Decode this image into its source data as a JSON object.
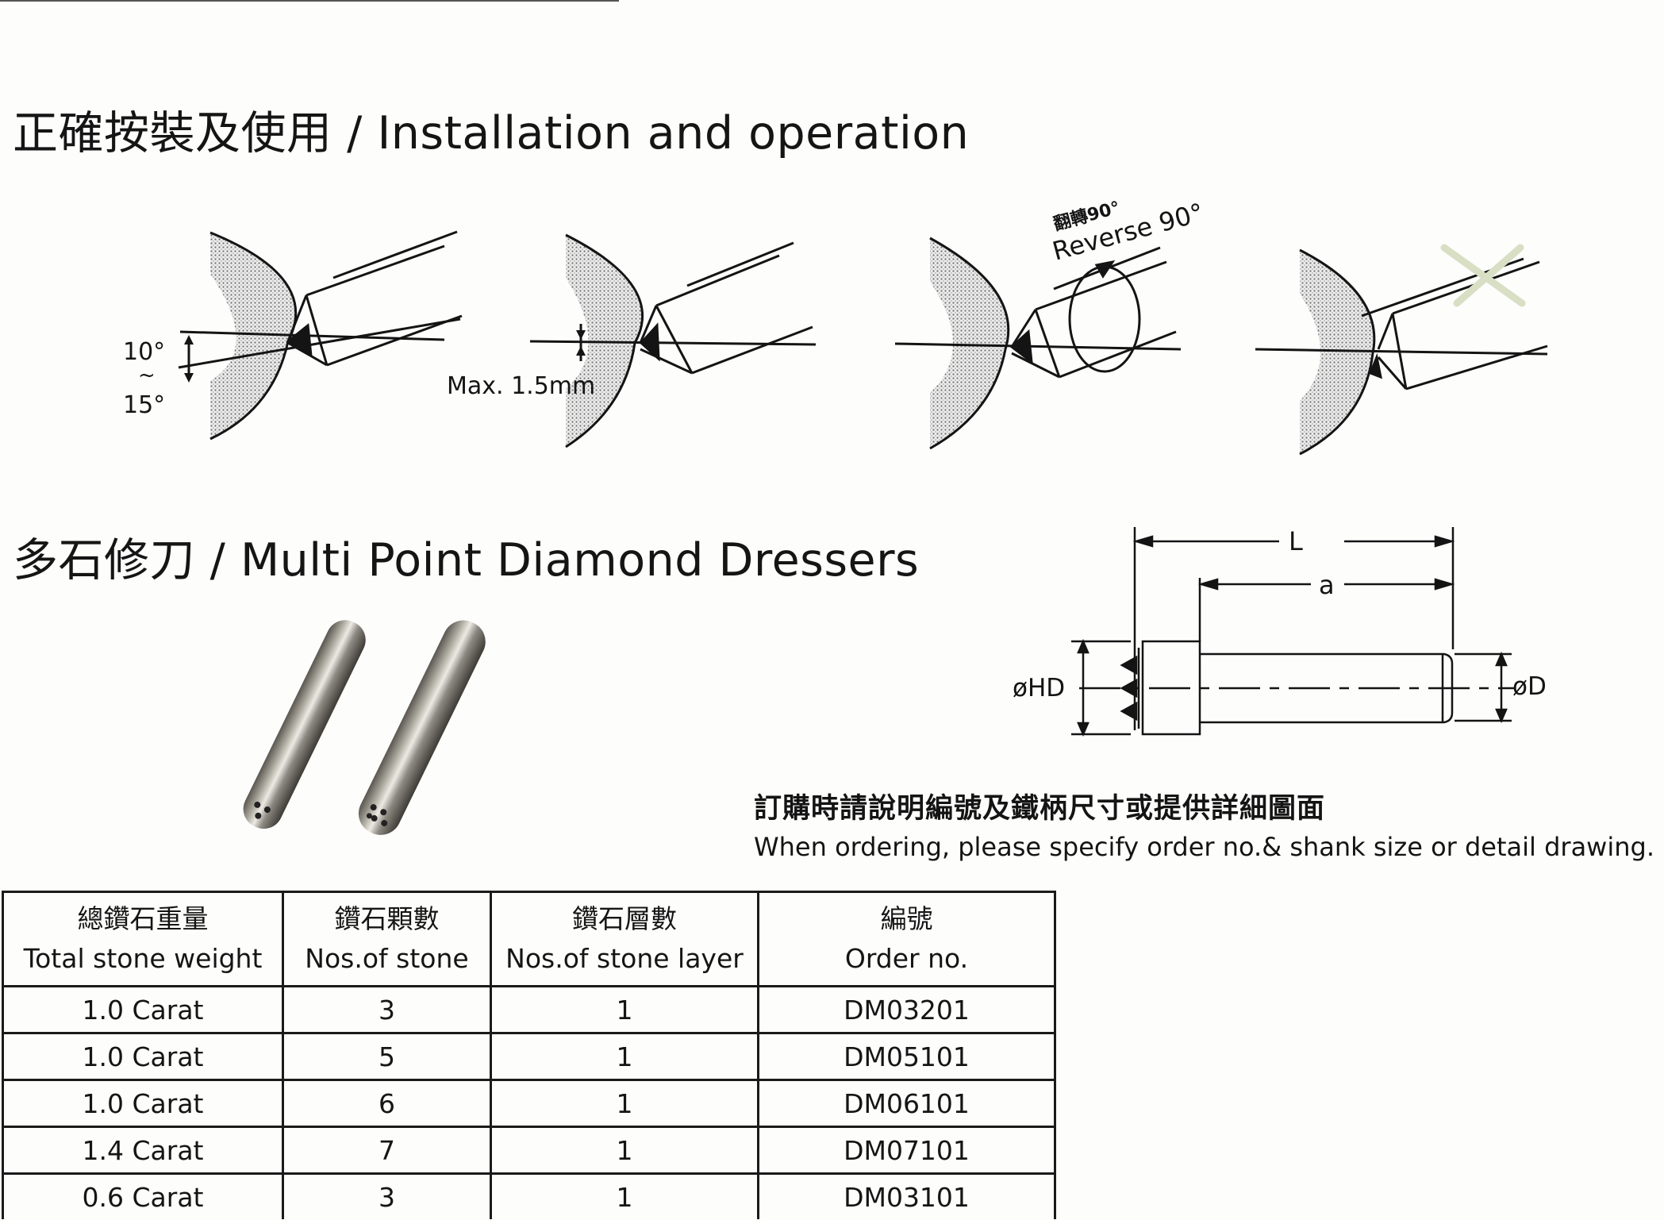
{
  "headings": {
    "installation": "正確按裝及使用 / Installation and operation",
    "multi_point": "多石修刀 / Multi Point Diamond Dressers"
  },
  "installation_diagram": {
    "angle_top": "10°",
    "angle_tilde": "~",
    "angle_bottom": "15°",
    "offset_label": "Max. 1.5mm",
    "reverse_label_zh": "翻轉90°",
    "reverse_label_en": "Reverse 90°"
  },
  "dimension_drawing": {
    "length_label": "L",
    "a_label": "a",
    "head_diameter_label": "øHD",
    "shank_diameter_label": "øD"
  },
  "ordering_note": {
    "zh": "訂購時請說明編號及鐵柄尺寸或提供詳細圖面",
    "en": "When ordering, please specify order no.& shank size or detail drawing."
  },
  "table": {
    "headers": [
      {
        "zh": "總鑽石重量",
        "en": "Total stone weight"
      },
      {
        "zh": "鑽石顆數",
        "en": "Nos.of stone"
      },
      {
        "zh": "鑽石層數",
        "en": "Nos.of stone layer"
      },
      {
        "zh": "編號",
        "en": "Order no."
      }
    ],
    "rows": [
      [
        "1.0 Carat",
        "3",
        "1",
        "DM03201"
      ],
      [
        "1.0 Carat",
        "5",
        "1",
        "DM05101"
      ],
      [
        "1.0 Carat",
        "6",
        "1",
        "DM06101"
      ],
      [
        "1.4 Carat",
        "7",
        "1",
        "DM07101"
      ],
      [
        "0.6 Carat",
        "3",
        "1",
        "DM03101"
      ]
    ]
  },
  "colors": {
    "ink": "#141414",
    "wheel_fill": "#d4d4d4",
    "background": "#fdfdfc"
  }
}
